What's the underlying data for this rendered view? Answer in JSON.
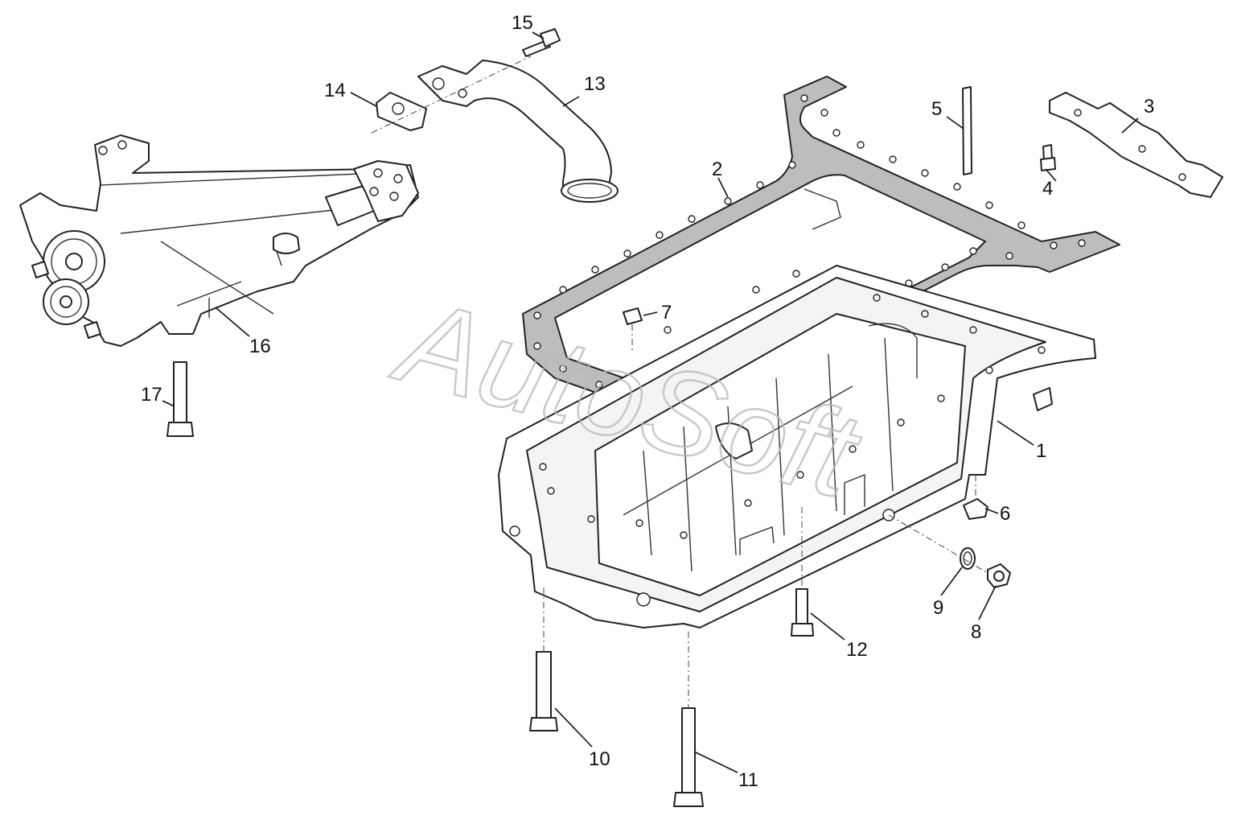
{
  "watermark": "AutoSoft",
  "callouts": {
    "c1": "1",
    "c2": "2",
    "c3": "3",
    "c4": "4",
    "c5": "5",
    "c6": "6",
    "c7": "7",
    "c8": "8",
    "c9": "9",
    "c10": "10",
    "c11": "11",
    "c12": "12",
    "c13": "13",
    "c14": "14",
    "c15": "15",
    "c16": "16",
    "c17": "17"
  }
}
